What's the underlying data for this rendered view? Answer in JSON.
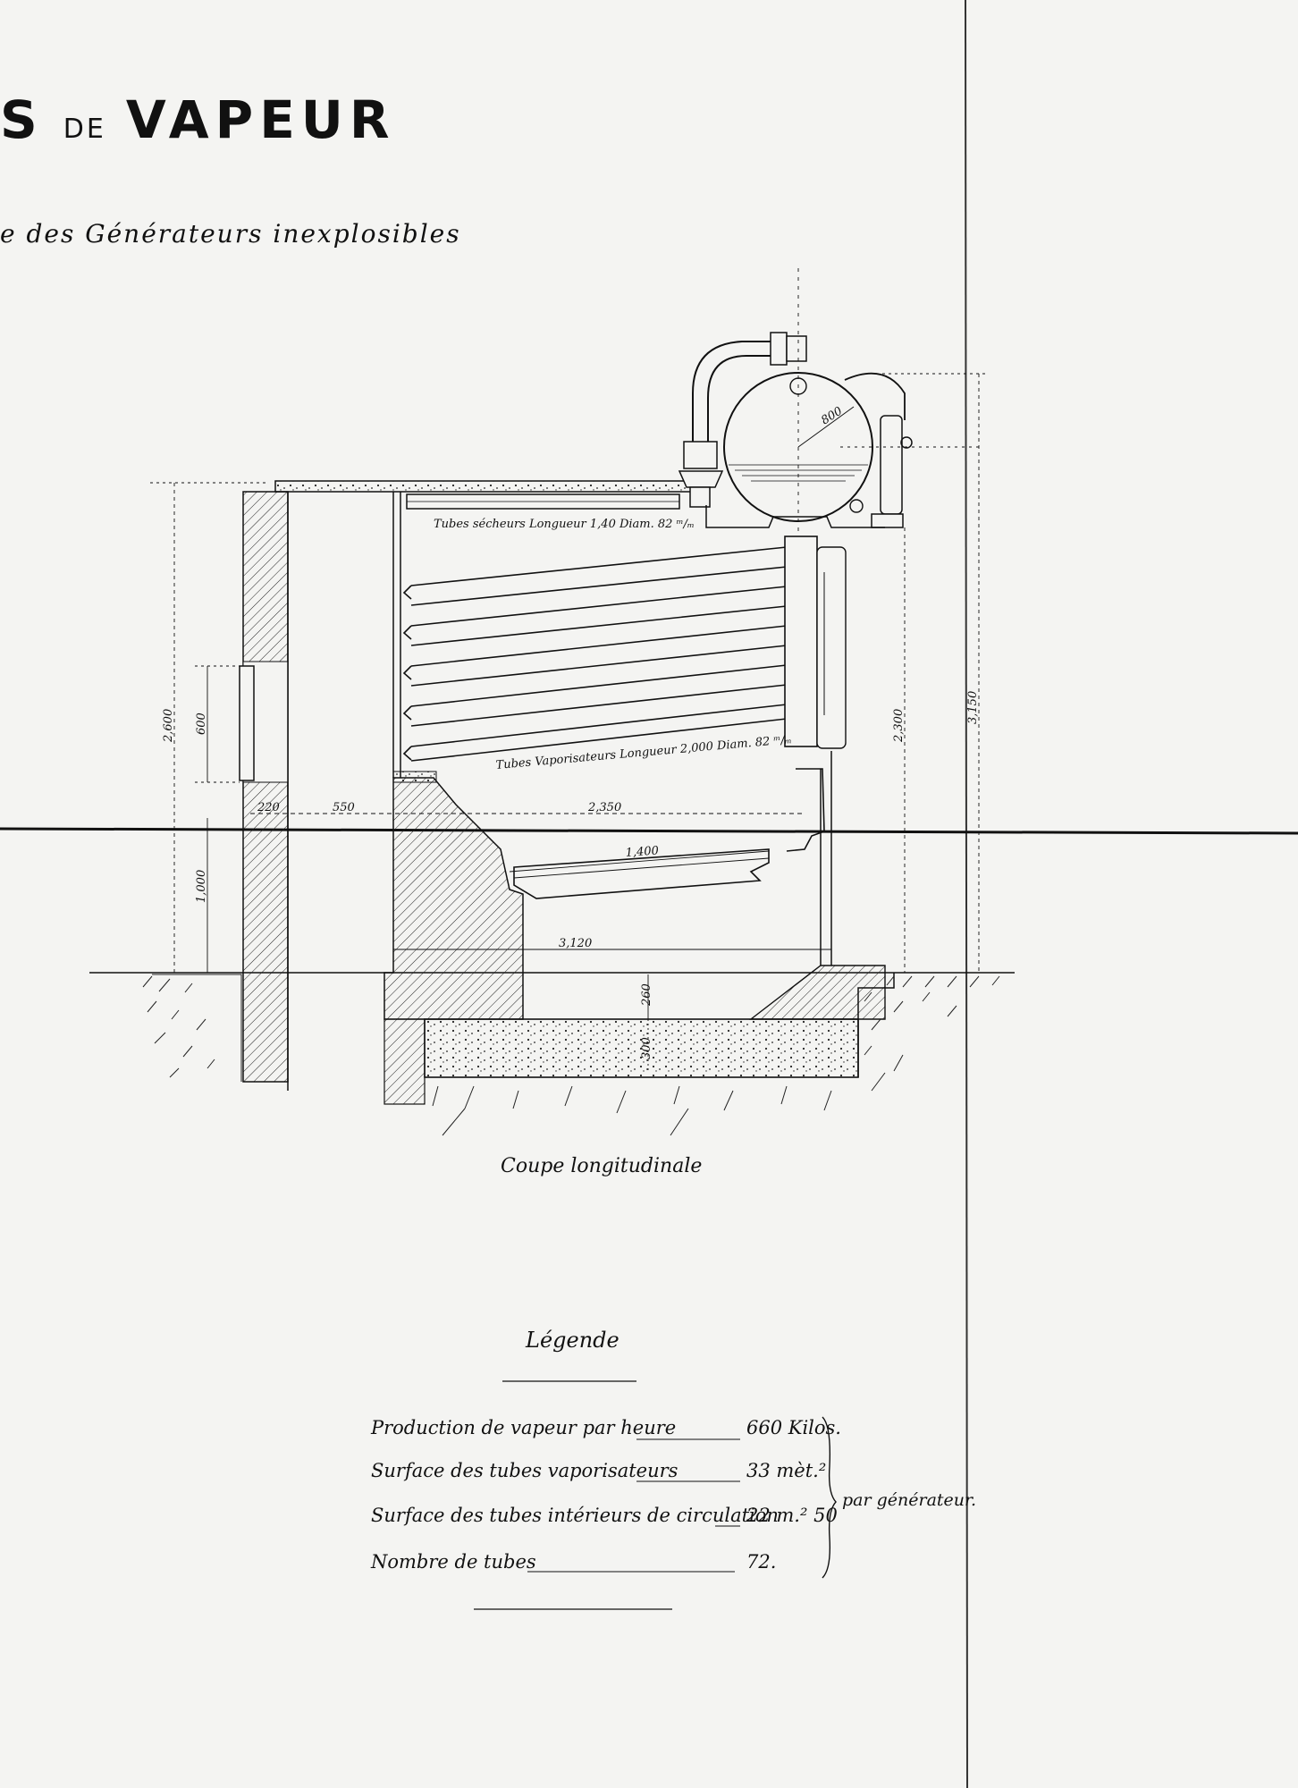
{
  "header": {
    "title_left": "S",
    "title_small": "DE",
    "title_right": "VAPEUR",
    "subtitle": "e des Générateurs inexplosibles"
  },
  "drawing": {
    "caption": "Coupe longitudinale",
    "notes": {
      "upper_tubes": "Tubes sécheurs Longueur 1,40 Diam. 82 ᵐ/ₘ",
      "lower_tubes": "Tubes Vaporisateurs Longueur 2,000 Diam. 82 ᵐ/ₘ"
    },
    "dimensions": {
      "drum_radius": "800",
      "height_left": "2,600",
      "height_opening": "600",
      "height_lower": "1,000",
      "wall_width": "220",
      "gap_width": "550",
      "length_2350": "2,350",
      "length_1400": "1,400",
      "length_3120": "3,120",
      "height_2300": "2,300",
      "height_3150": "3,150",
      "depth_260": "260",
      "depth_300": "300"
    }
  },
  "legend": {
    "title": "Légende",
    "rows": [
      {
        "label": "Production de vapeur par heure",
        "value": "660 Kilos."
      },
      {
        "label": "Surface des tubes vaporisateurs",
        "value": "33 mèt.²"
      },
      {
        "label": "Surface des tubes intérieurs de circulation",
        "value": "22 m.² 50"
      },
      {
        "label": "Nombre de tubes",
        "value": "72."
      }
    ],
    "group_label": "par générateur."
  }
}
